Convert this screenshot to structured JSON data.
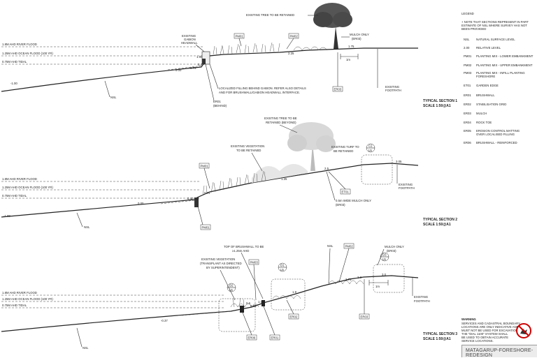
{
  "legend": {
    "title": "LEGEND",
    "note": [
      "+ NOTE THAT SECTIONS REPRESENT IN PART",
      "ESTIMATE OF NSL WHERE SURVEY HAS NOT",
      "BEEN PROVIDED"
    ],
    "items": [
      {
        "code": "NSL",
        "desc": [
          "NATURAL SURFACE LEVEL"
        ]
      },
      {
        "code": "2.00",
        "desc": [
          "RELATIVE LEVEL"
        ]
      },
      {
        "code": "PM01",
        "desc": [
          "PLANTING MIX - LOWER EMBANKMENT"
        ]
      },
      {
        "code": "PM02",
        "desc": [
          "PLANTING MIX - UPPER EMBANKMENT"
        ]
      },
      {
        "code": "PM03",
        "desc": [
          "PLANTING MIX - INFILL PLANTING",
          "FORESHORE"
        ]
      },
      {
        "code": "ET01",
        "desc": [
          "GARDEN EDGE"
        ]
      },
      {
        "code": "ER01",
        "desc": [
          "BRUSHWALL"
        ]
      },
      {
        "code": "ER02",
        "desc": [
          "STABILISATION GRID"
        ]
      },
      {
        "code": "ER03",
        "desc": [
          "MULCH"
        ]
      },
      {
        "code": "ER04",
        "desc": [
          "ROCK TOE"
        ]
      },
      {
        "code": "ER05",
        "desc": [
          "EROSION CONTROL MATTING",
          "OVER LOCALISED FILLING"
        ]
      },
      {
        "code": "ER06",
        "desc": [
          "BRUSHWALL - REINFORCED"
        ]
      }
    ]
  },
  "warning": {
    "title": "WARNING",
    "lines": [
      "SERVICES AND CADASTRAL BOUNDARY",
      "LOCATIONS ARE ONLY INDICATIVE AND",
      "MUST NOT BE USED FOR EXCAVATION.",
      "THE \"DIAL 1100\" SYSTEM SHALL",
      "BE USED TO OBTAIN ACCURATE",
      "SERVICE LOCATIONS."
    ]
  },
  "title_block": "MATAGARUP-FORESHORE-REDESIGN",
  "sections": [
    {
      "title": "TYPICAL SECTION 1",
      "scale": "SCALE 1:50@A1",
      "water": [
        "1.8M AHD  RIVER FLOOD",
        "1.25M AHD OCEAN FLOOD (100 YR)",
        "0.75M AHD TIDAL"
      ],
      "levels": [
        "-1.00",
        "0.00",
        "0.75",
        "1.90",
        "0.4",
        "2.25",
        "1.75"
      ],
      "labels": {
        "tree": "EXISTING TREE TO BE RETAINED",
        "gabion": [
          "EXISTING",
          "GABION",
          "HEADWALL"
        ],
        "mulch": [
          "MULCH ONLY",
          "(ER03)"
        ],
        "footpath": [
          "EXISTING",
          "FOOTPATH"
        ],
        "fill": [
          "LOCALIZED FILLING BEHIND GABION. REFER ALSO DETAILS",
          "AND  FOR BRUSHWALL/GABION HEADWALL INTERFACE."
        ],
        "er01": [
          "ER01",
          "(BEHIND)"
        ],
        "nsl": "NSL",
        "dim": "1m"
      },
      "tags": [
        "PM01",
        "PM02",
        "ER03"
      ]
    },
    {
      "title": "TYPICAL SECTION 2",
      "scale": "SCALE 1:50@A1",
      "water": [
        "1.8M AHD  RIVER FLOOD",
        "1.25M AHD OCEAN FLOOD (100 YR)",
        "0.75M AHD TIDAL"
      ],
      "levels": [
        "-1.00",
        "0.00",
        "0.75",
        "0.40",
        "1.25",
        "2.5",
        "3.05"
      ],
      "labels": {
        "tree": [
          "EXISTING TREE TO BE",
          "RETAINED (BEYOND)"
        ],
        "veg": [
          "EXISTING VEGETATION",
          "TO BE RETAINED"
        ],
        "turf": [
          "EXISTING TURF TO",
          "BE RETAINED"
        ],
        "footpath": [
          "EXISTING",
          "FOOTPATH"
        ],
        "mulch": [
          "0.5m WIDE MULCH ONLY",
          "(ER03)"
        ],
        "nsl": "NSL"
      },
      "tags": [
        "PM01",
        "ET01",
        "PM01"
      ],
      "callout": [
        "C2",
        "L5"
      ]
    },
    {
      "title": "TYPICAL SECTION 3",
      "scale": "SCALE 1:50@A1",
      "water": [
        "1.8M AHD  RIVER FLOOD",
        "1.25M AHD OCEAN FLOOD (100 YR)",
        "0.75M AHD TIDAL"
      ],
      "levels": [
        "-0.37",
        "0.6",
        "0.86",
        "1.05",
        "1.9",
        "2.75",
        "2.8",
        "3.0"
      ],
      "labels": {
        "brushwall": [
          "TOP OF BRUSHWALL TO BE",
          "≥1.25m AHD"
        ],
        "veg": [
          "EXISTING VEGETATION",
          "(TRANSPLANT AS DIRECTED",
          "BY SUPERINTENDENT)"
        ],
        "mulch": [
          "MULCH ONLY",
          "(ER03)"
        ],
        "footpath": [
          "EXISTING",
          "FOOTPATH"
        ],
        "nsl": "NSL",
        "dim": "1m"
      },
      "tags": [
        "PM03",
        "PM02",
        "ER02",
        "ER03",
        "ER06",
        "ER01"
      ],
      "callouts": [
        [
          "D2",
          "L5"
        ],
        [
          "D1",
          "L5"
        ],
        [
          "D3",
          "L5"
        ]
      ]
    }
  ]
}
